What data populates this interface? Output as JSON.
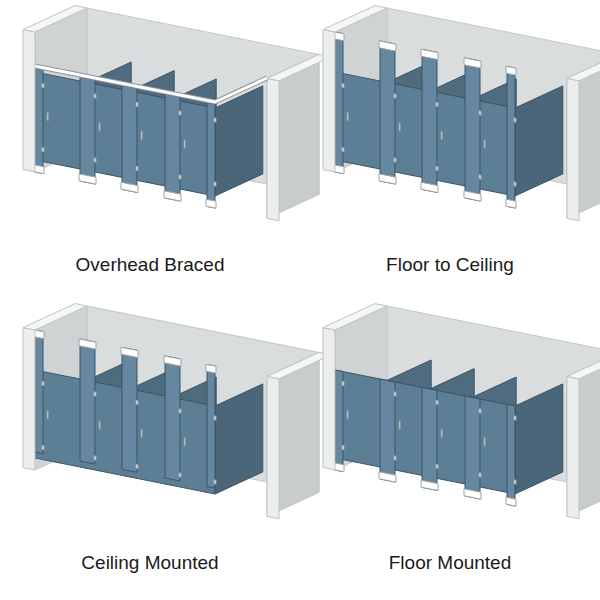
{
  "diagram": {
    "labels": [
      "Overhead Braced",
      "Floor to Ceiling",
      "Ceiling Mounted",
      "Floor Mounted"
    ]
  }
}
